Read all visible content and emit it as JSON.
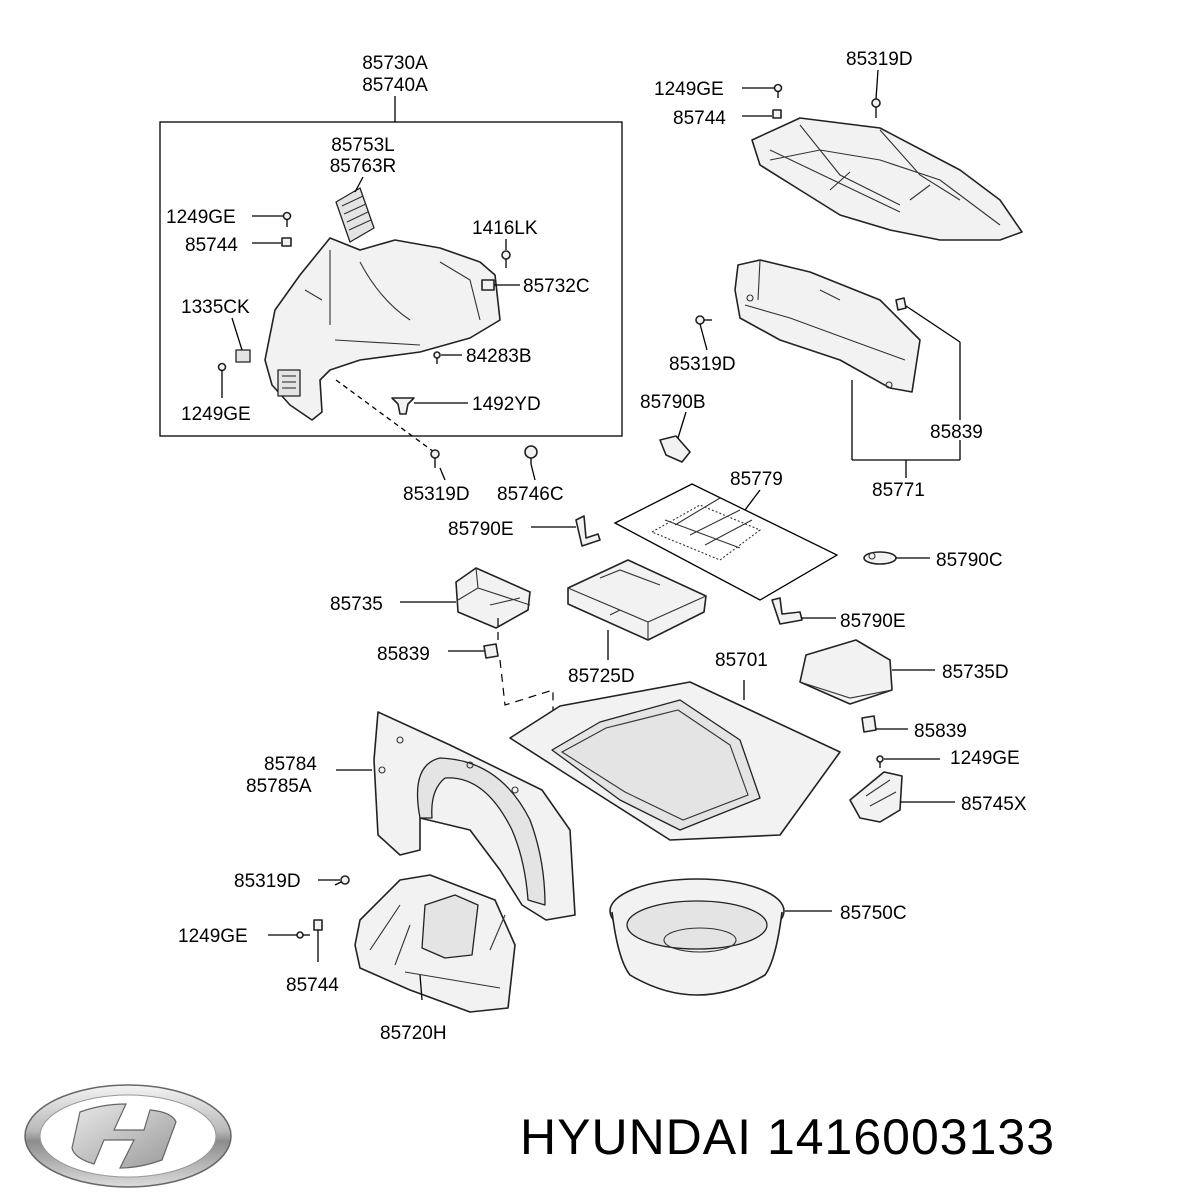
{
  "labels": {
    "l_85730A": "85730A",
    "l_85740A": "85740A",
    "l_85753L": "85753L",
    "l_85763R": "85763R",
    "l_1249GE_a": "1249GE",
    "l_85744_a": "85744",
    "l_1416LK": "1416LK",
    "l_85732C": "85732C",
    "l_1335CK": "1335CK",
    "l_84283B": "84283B",
    "l_1249GE_b": "1249GE",
    "l_1492YD": "1492YD",
    "l_85319D_a": "85319D",
    "l_85746C": "85746C",
    "l_1249GE_c": "1249GE",
    "l_85744_b": "85744",
    "l_85319D_top": "85319D",
    "l_85319D_b": "85319D",
    "l_85839_a": "85839",
    "l_85771": "85771",
    "l_85790B": "85790B",
    "l_85779": "85779",
    "l_85790E_a": "85790E",
    "l_85790C": "85790C",
    "l_85735": "85735",
    "l_85839_b": "85839",
    "l_85725D": "85725D",
    "l_85790E_b": "85790E",
    "l_85701": "85701",
    "l_85735D": "85735D",
    "l_85839_c": "85839",
    "l_85784": "85784",
    "l_85785A": "85785A",
    "l_1249GE_d": "1249GE",
    "l_85745X": "85745X",
    "l_85319D_c": "85319D",
    "l_85750C": "85750C",
    "l_1249GE_e": "1249GE",
    "l_85744_c": "85744",
    "l_85720H": "85720H"
  },
  "footer": {
    "brand": "HYUNDAI",
    "part_number": "1416003133"
  },
  "logo_icon": "hyundai-logo"
}
